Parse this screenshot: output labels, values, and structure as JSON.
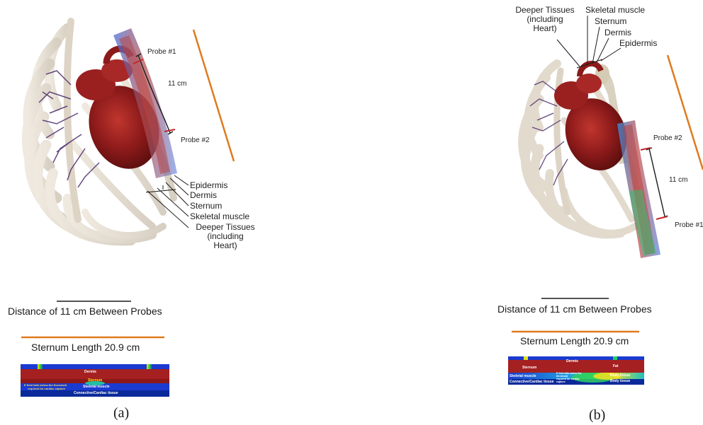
{
  "panel_a": {
    "caption": "(a)",
    "probe1_label": "Probe #1",
    "probe2_label": "Probe #2",
    "distance_label": "11 cm",
    "layers": [
      "Epidermis",
      "Dermis",
      "Sternum",
      "Skeletal muscle"
    ],
    "deeper_tissues": [
      "Deeper Tissues",
      "(including",
      "Heart)"
    ],
    "legend_distance": "Distance of 11 cm Between Probes",
    "legend_sternum": "Sternum Length 20.9 cm",
    "heatmap": {
      "dermis": "Dermis",
      "sternum": "Sternum",
      "note1": "E field falls below the threshold",
      "note2": "required for cardiac capture",
      "skeletal": "Skeletal muscle",
      "connective": "Connective/Cardiac tissue"
    }
  },
  "panel_b": {
    "caption": "(b)",
    "probe1_label": "Probe #1",
    "probe2_label": "Probe #2",
    "distance_label": "11 cm",
    "top_labels": {
      "deeper": [
        "Deeper Tissues",
        "(including",
        "Heart)"
      ],
      "skeletal": "Skeletal muscle",
      "sternum": "Sternum",
      "dermis": "Dermis",
      "epidermis": "Epidermis"
    },
    "legend_distance": "Distance of 11 cm Between Probes",
    "legend_sternum": "Sternum Length 20.9 cm",
    "heatmap": {
      "dermis": "Dermis",
      "fat": "Fat",
      "sternum": "Sternum",
      "skeletal": "Skeletal muscle",
      "connective": "Connective/Cardiac tissue",
      "note1": "E field falls below the",
      "note2": "threshold",
      "note3": "required for cardiac",
      "note4": "capture",
      "body_tissue_1": "Body tissue",
      "body_tissue_2": "Body tissue"
    }
  },
  "colors": {
    "sternum_line": "#e07a1f",
    "distance_line": "#1a1a1a",
    "heart": "#8c1a1a",
    "ribs": "#e4ddd2",
    "vessels": "#4b2a6a",
    "field_red": "#a52020",
    "field_blue": "#1a3ad0"
  }
}
